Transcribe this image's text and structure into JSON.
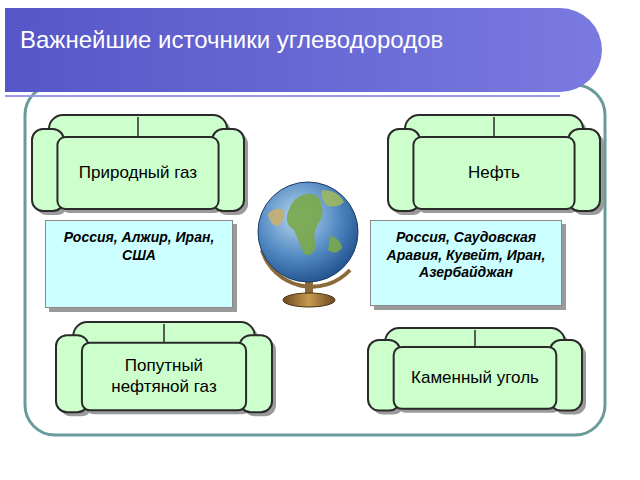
{
  "diagram": {
    "title": "Важнейшие источники углеводородов",
    "nodes": [
      {
        "text": [
          "Природный газ"
        ]
      },
      {
        "text": [
          "Нефть"
        ]
      },
      {
        "text": [
          "Россия, Алжир, Иран, США"
        ]
      },
      {
        "text": [
          "Россия, Саудовская Аравия, Кувейт, Иран, Азербайджан"
        ]
      },
      {
        "text": [
          "Попутный нефтяной газ"
        ]
      },
      {
        "text": [
          "Каменный уголь"
        ]
      }
    ]
  }
}
